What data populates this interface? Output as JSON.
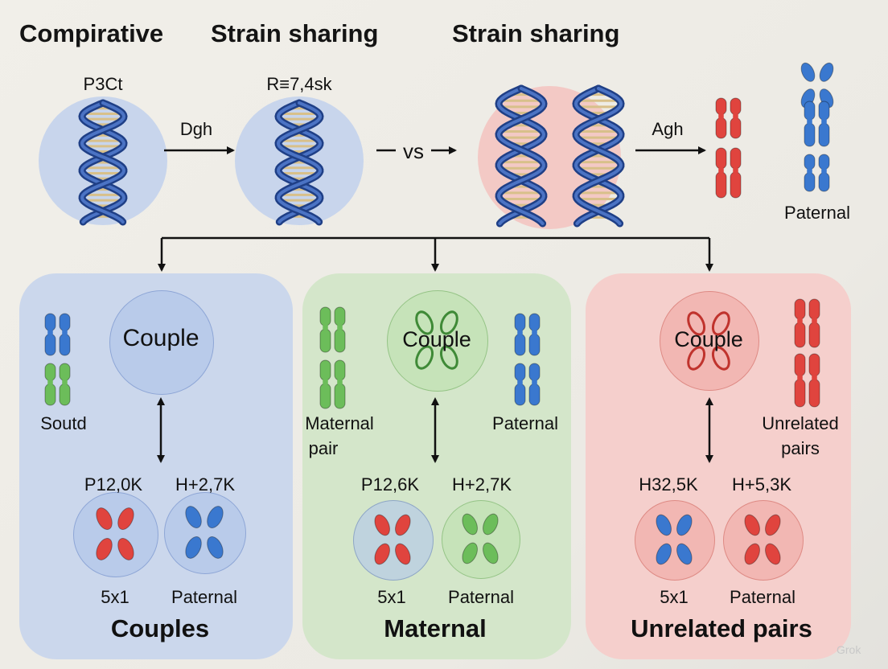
{
  "headers": {
    "h1": "Compirative",
    "h2": "Strain sharing",
    "h3": "Strain sharing"
  },
  "top": {
    "dna1_label": "P3Ct",
    "arrow1_label": "Dgh",
    "dna2_label": "R≡7,4sk",
    "vs_label": "vs",
    "arrow3_label": "Agh",
    "paternal_label": "Paternal"
  },
  "panels": {
    "couples": {
      "circle_label": "Couple",
      "side_label": "Soutd",
      "stat_left": "P12,0K",
      "stat_right": "H+2,7K",
      "small_left_label": "5x1",
      "small_right_label": "Paternal",
      "title": "Couples",
      "color": "#c9d6ee"
    },
    "maternal": {
      "circle_label": "Couple",
      "side_left_label_line1": "Maternal",
      "side_left_label_line2": "pair",
      "side_right_label": "Paternal",
      "stat_left": "P12,6K",
      "stat_right": "H+2,7K",
      "small_left_label": "5x1",
      "small_right_label": "Paternal",
      "title": "Maternal",
      "color": "#d3e7c9"
    },
    "unrelated": {
      "circle_label": "Couple",
      "side_label_line1": "Unrelated",
      "side_label_line2": "pairs",
      "stat_left": "H32,5K",
      "stat_right": "H+5,3K",
      "small_left_label": "5x1",
      "small_right_label": "Paternal",
      "title": "Unrelated pairs",
      "color": "#f6cfcc"
    }
  },
  "colors": {
    "blue": "#3a78cf",
    "red": "#e0443e",
    "green": "#6cbd5a",
    "dna": "#2c4f9e",
    "rung": "#d8c08a"
  },
  "watermark": "Grok"
}
